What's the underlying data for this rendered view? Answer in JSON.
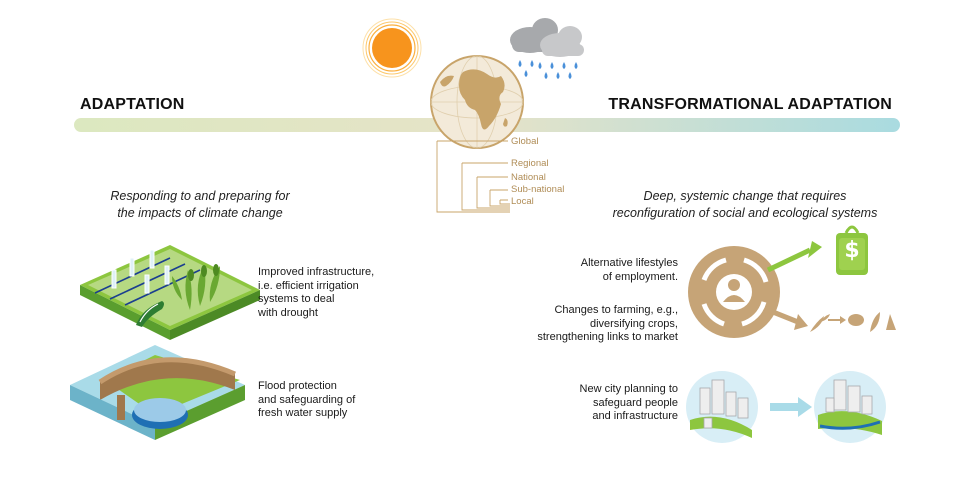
{
  "headings": {
    "adaptation": "ADAPTATION",
    "transformational": "TRANSFORMATIONAL ADAPTATION"
  },
  "subtitles": {
    "adaptation_line1": "Responding to and preparing for",
    "adaptation_line2": "the impacts of climate change",
    "transformational_line1": "Deep, systemic change that requires",
    "transformational_line2": "reconfiguration of social and ecological systems"
  },
  "scales": [
    "Global",
    "Regional",
    "National",
    "Sub-national",
    "Local"
  ],
  "adaptation_items": [
    {
      "lines": [
        "Improved infrastructure,",
        "i.e. efficient irrigation",
        "systems to deal",
        "with drought"
      ]
    },
    {
      "lines": [
        "Flood protection",
        "and safeguarding of",
        "fresh water supply"
      ]
    }
  ],
  "transformational_items": [
    {
      "lines": [
        "Alternative lifestyles",
        "of employment."
      ]
    },
    {
      "lines": [
        "Changes to farming, e.g.,",
        "diversifying crops,",
        "strengthening links to market"
      ]
    },
    {
      "lines": [
        "New city planning to",
        "safeguard people",
        "and infrastructure"
      ]
    }
  ],
  "icons": {
    "money_bag_symbol": "$"
  },
  "colors": {
    "gold": "#c8a46a",
    "green": "#8dc63f",
    "water": "#9fd8e8",
    "sun": "#f7941d"
  }
}
